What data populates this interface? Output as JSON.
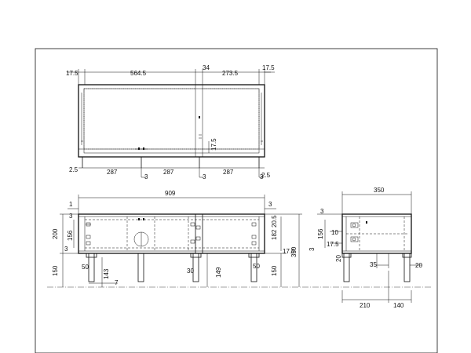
{
  "top_view": {
    "dimensions": {
      "left_edge": "17.5",
      "left_width": "564.5",
      "divider": "34",
      "right_width": "273.5",
      "right_edge": "17.5",
      "inner_height": "17.5",
      "bottom_edge_left": "2.5",
      "bottom_edge_right": "2.5",
      "span_1": "287",
      "span_2": "287",
      "span_3": "287",
      "section_mark_1": "3",
      "section_mark_2": "3",
      "section_mark_3": "3"
    }
  },
  "front_view": {
    "dimensions": {
      "overall_width": "909",
      "top_edge_left": "1",
      "top_edge_right": "3",
      "left_thickness": "3",
      "body_height": "200",
      "door_height": "156",
      "lower_edge": "3",
      "leg_height_left": "150",
      "leg_width": "50",
      "leg_offset": "143",
      "floor_gap": "7",
      "center_leg_width": "30",
      "center_leg_height": "149",
      "right_leg_width": "50",
      "right_top_edge": "20.5",
      "right_inner_height": "182",
      "right_edge": "17.5",
      "right_leg_height": "150",
      "overall_height": "350"
    }
  },
  "side_view": {
    "dimensions": {
      "depth": "350",
      "top_edge": "3",
      "body_height": "156",
      "hinge_offset": "10",
      "shelf_offset": "17.5",
      "bottom_edge": "3",
      "front_margin": "20",
      "leg_inset": "35",
      "back_margin": "20",
      "front_to_leg": "210",
      "leg_to_back": "140"
    }
  }
}
